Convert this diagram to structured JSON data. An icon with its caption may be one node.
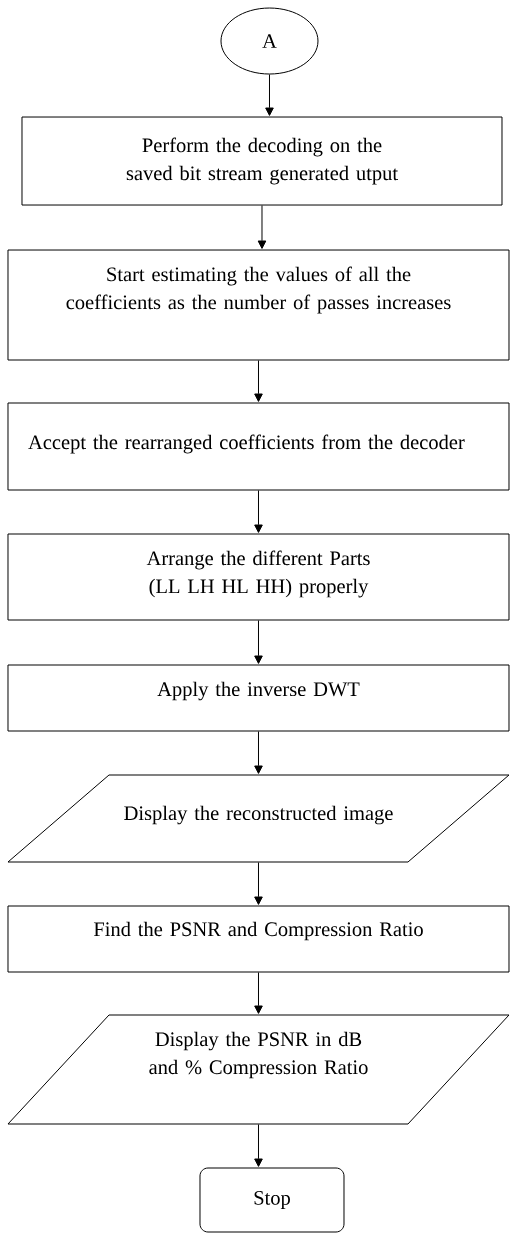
{
  "diagram": {
    "nodes": [
      {
        "text": [
          "A"
        ]
      },
      {
        "text": [
          "Perform the decoding on the saved bit stream generated utput"
        ]
      },
      {
        "text": [
          "Start estimating the values of all the coefficients as the number of passes increases"
        ]
      },
      {
        "text": [
          "Accept the rearranged coefficients from the decoder"
        ]
      },
      {
        "text": [
          "Arrange the different Parts (LL LH HL HH) properly"
        ]
      },
      {
        "text": [
          "Apply the inverse DWT"
        ]
      },
      {
        "text": [
          "Display the reconstructed image"
        ]
      },
      {
        "text": [
          "Find the PSNR and Compression Ratio"
        ]
      },
      {
        "text": [
          "Display the PSNR in dB and % Compression Ratio"
        ]
      },
      {
        "text": [
          "Stop"
        ]
      }
    ],
    "edges": [
      {
        "from": 0,
        "to": 1,
        "arrow": "to"
      },
      {
        "from": 1,
        "to": 2,
        "arrow": "to"
      },
      {
        "from": 2,
        "to": 3,
        "arrow": "to"
      },
      {
        "from": 3,
        "to": 4,
        "arrow": "to"
      },
      {
        "from": 4,
        "to": 5,
        "arrow": "to"
      },
      {
        "from": 5,
        "to": 6,
        "arrow": "to"
      },
      {
        "from": 6,
        "to": 7,
        "arrow": "to"
      },
      {
        "from": 7,
        "to": 8,
        "arrow": "to"
      },
      {
        "from": 8,
        "to": 9,
        "arrow": "to"
      }
    ]
  }
}
